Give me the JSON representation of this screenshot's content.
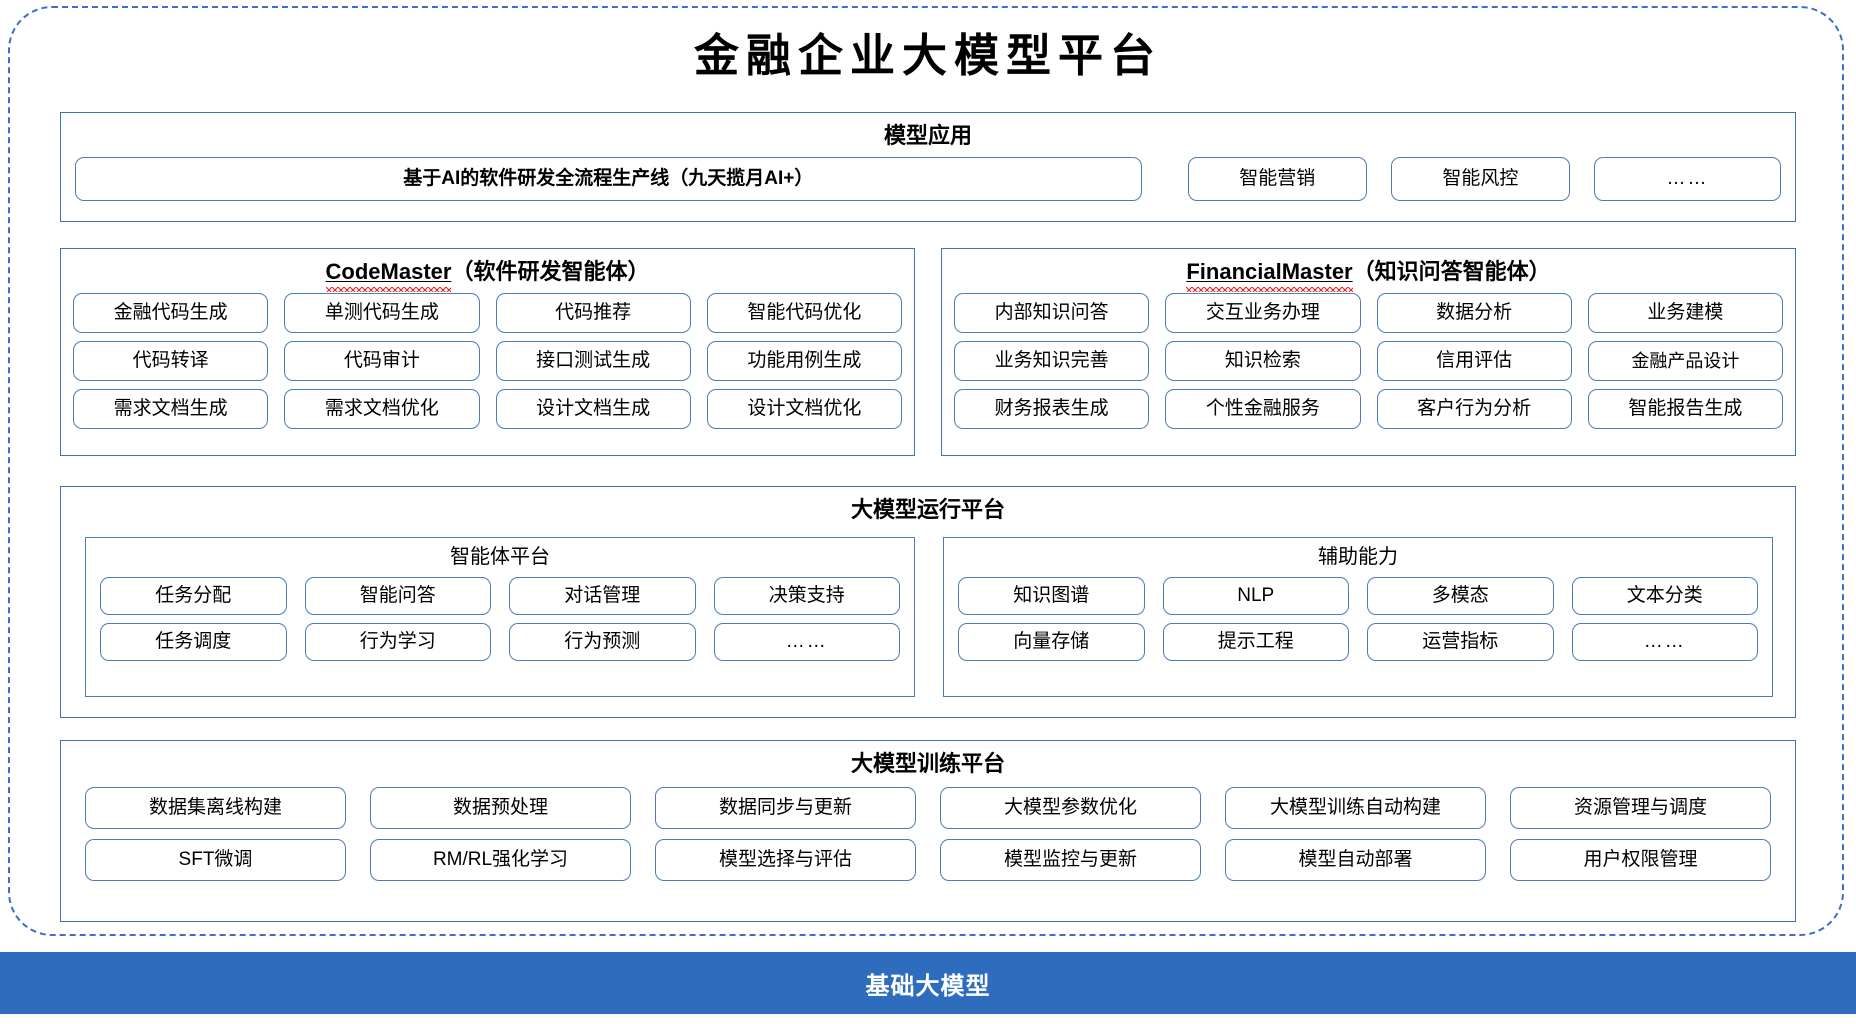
{
  "title": "金融企业大模型平台",
  "sections": {
    "model_application": {
      "title": "模型应用",
      "main_item": "基于AI的软件研发全流程生产线（九天揽月AI+）",
      "items": [
        "智能营销",
        "智能风控",
        "……"
      ]
    },
    "code_master": {
      "name": "CodeMaster",
      "suffix": "（软件研发智能体）",
      "rows": [
        [
          "金融代码生成",
          "单测代码生成",
          "代码推荐",
          "智能代码优化"
        ],
        [
          "代码转译",
          "代码审计",
          "接口测试生成",
          "功能用例生成"
        ],
        [
          "需求文档生成",
          "需求文档优化",
          "设计文档生成",
          "设计文档优化"
        ]
      ]
    },
    "financial_master": {
      "name": "FinancialMaster",
      "suffix": "（知识问答智能体）",
      "rows": [
        [
          "内部知识问答",
          "交互业务办理",
          "数据分析",
          "业务建模"
        ],
        [
          "业务知识完善",
          "知识检索",
          "信用评估",
          "金融产品设计"
        ],
        [
          "财务报表生成",
          "个性金融服务",
          "客户行为分析",
          "智能报告生成"
        ]
      ]
    },
    "run_platform": {
      "title": "大模型运行平台",
      "agent_platform": {
        "title": "智能体平台",
        "rows": [
          [
            "任务分配",
            "智能问答",
            "对话管理",
            "决策支持"
          ],
          [
            "任务调度",
            "行为学习",
            "行为预测",
            "……"
          ]
        ]
      },
      "auxiliary": {
        "title": "辅助能力",
        "rows": [
          [
            "知识图谱",
            "NLP",
            "多模态",
            "文本分类"
          ],
          [
            "向量存储",
            "提示工程",
            "运营指标",
            "……"
          ]
        ]
      }
    },
    "train_platform": {
      "title": "大模型训练平台",
      "rows": [
        [
          "数据集离线构建",
          "数据预处理",
          "数据同步与更新",
          "大模型参数优化",
          "大模型训练自动构建",
          "资源管理与调度"
        ],
        [
          "SFT微调",
          "RM/RL强化学习",
          "模型选择与评估",
          "模型监控与更新",
          "模型自动部署",
          "用户权限管理"
        ]
      ]
    },
    "foundation": {
      "label": "基础大模型"
    }
  },
  "colors": {
    "accent_blue": "#2e6cbe",
    "border_blue": "#4a7ebb",
    "frame_blue": "#3b6fc4",
    "spellcheck_red": "#ee2222"
  }
}
